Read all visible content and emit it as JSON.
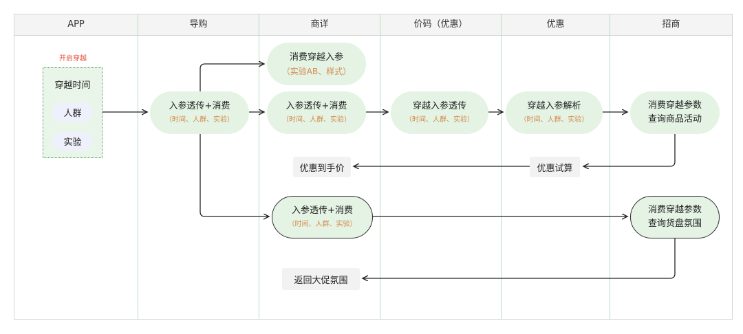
{
  "lanes": [
    "APP",
    "导购",
    "商详",
    "价码（优惠）",
    "优惠",
    "招商"
  ],
  "app": {
    "toggle_label": "开启穿越",
    "items": [
      "穿越时间",
      "人群",
      "实验"
    ]
  },
  "nodes": {
    "guide_pass": {
      "line1": "入参透传+消费",
      "line2": "（时间、人群、实验）"
    },
    "detail_consume": {
      "line1": "消费穿越入参",
      "line2": "（实验AB、样式）"
    },
    "detail_pass": {
      "line1": "入参透传+消费",
      "line2": "（时间、人群、实验）"
    },
    "price_pass": {
      "line1": "穿越入参透传",
      "line2": "（时间、人群、实验）"
    },
    "promo_parse": {
      "line1": "穿越入参解析",
      "line2": "（时间、人群、实验）"
    },
    "merchant_activity": {
      "line1": "消费穿越参数",
      "line2": "查询商品活动"
    },
    "promo_calc": {
      "label": "优惠试算"
    },
    "final_price": {
      "label": "优惠到手价"
    },
    "detail_pass_2": {
      "line1": "入参透传+消费",
      "line2": "（时间、人群、实验）"
    },
    "merchant_atmosphere": {
      "line1": "消费穿越参数",
      "line2": "查询货盘氛围"
    },
    "return_atmosphere": {
      "label": "返回大促氛围"
    }
  },
  "colors": {
    "node_fill": "#e4f3e4",
    "lane_divider": "#b9dcc0",
    "param_text": "#d48a4c",
    "toggle_text": "#e2503a",
    "result_box_fill": "#f2f2f2",
    "app_pill_fill": "#eef0fb"
  }
}
